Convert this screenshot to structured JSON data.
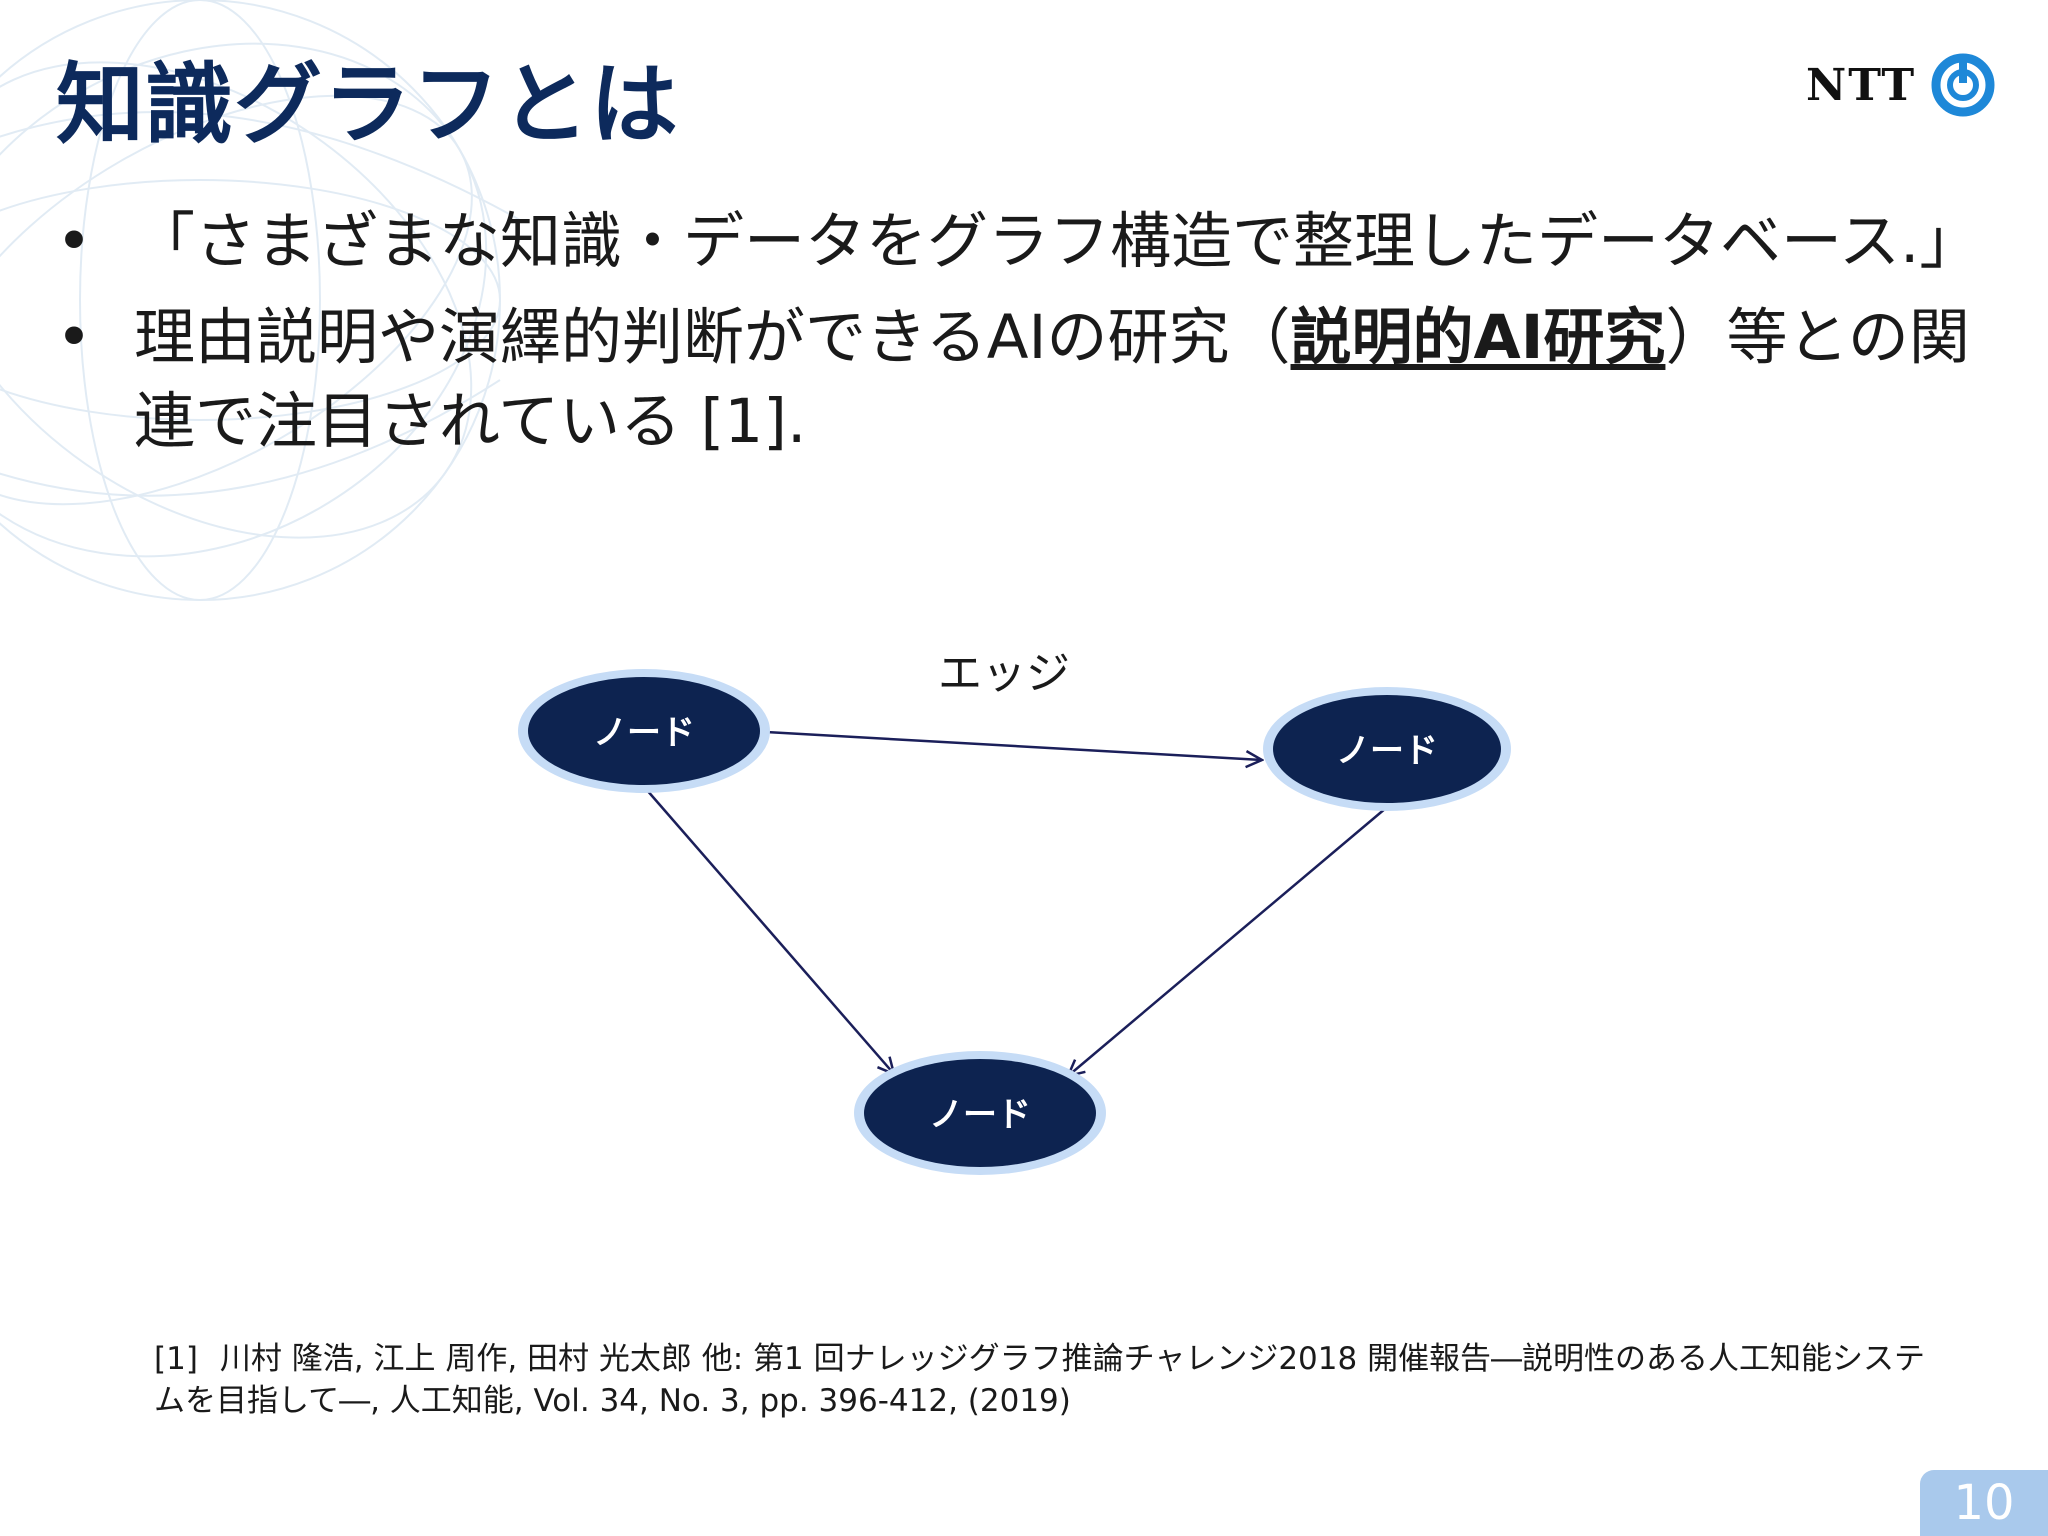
{
  "slide": {
    "title": "知識グラフとは",
    "logo_text": "NTT",
    "bullets": [
      {
        "marker": "•",
        "text": "「さまざまな知識・データをグラフ構造で整理したデータベース.」"
      },
      {
        "marker": "•",
        "text_before": "理由説明や演繹的判断ができるAIの研究（",
        "emphasis": "説明的AI研究",
        "text_after": "）等との関連で注目されている [1]."
      }
    ],
    "page_number": "10"
  },
  "diagram": {
    "edge_label": "エッジ",
    "nodes": [
      {
        "id": "top-left",
        "label": "ノード"
      },
      {
        "id": "top-right",
        "label": "ノード"
      },
      {
        "id": "bottom",
        "label": "ノード"
      }
    ],
    "edges": [
      {
        "from": "top-left",
        "to": "top-right"
      },
      {
        "from": "top-left",
        "to": "bottom"
      },
      {
        "from": "top-right",
        "to": "bottom"
      }
    ],
    "colors": {
      "node_fill": "#0d2350",
      "node_glow": "#c6dcf6",
      "edge": "#1b1f5a",
      "title": "#0d2a5c"
    }
  },
  "reference": {
    "number": "[1]",
    "text": "川村 隆浩, 江上 周作, 田村 光太郎 他: 第1 回ナレッジグラフ推論チャレンジ2018 開催報告―説明性のある人工知能システムを目指して―, 人工知能, Vol. 34, No. 3, pp. 396-412, (2019)"
  }
}
